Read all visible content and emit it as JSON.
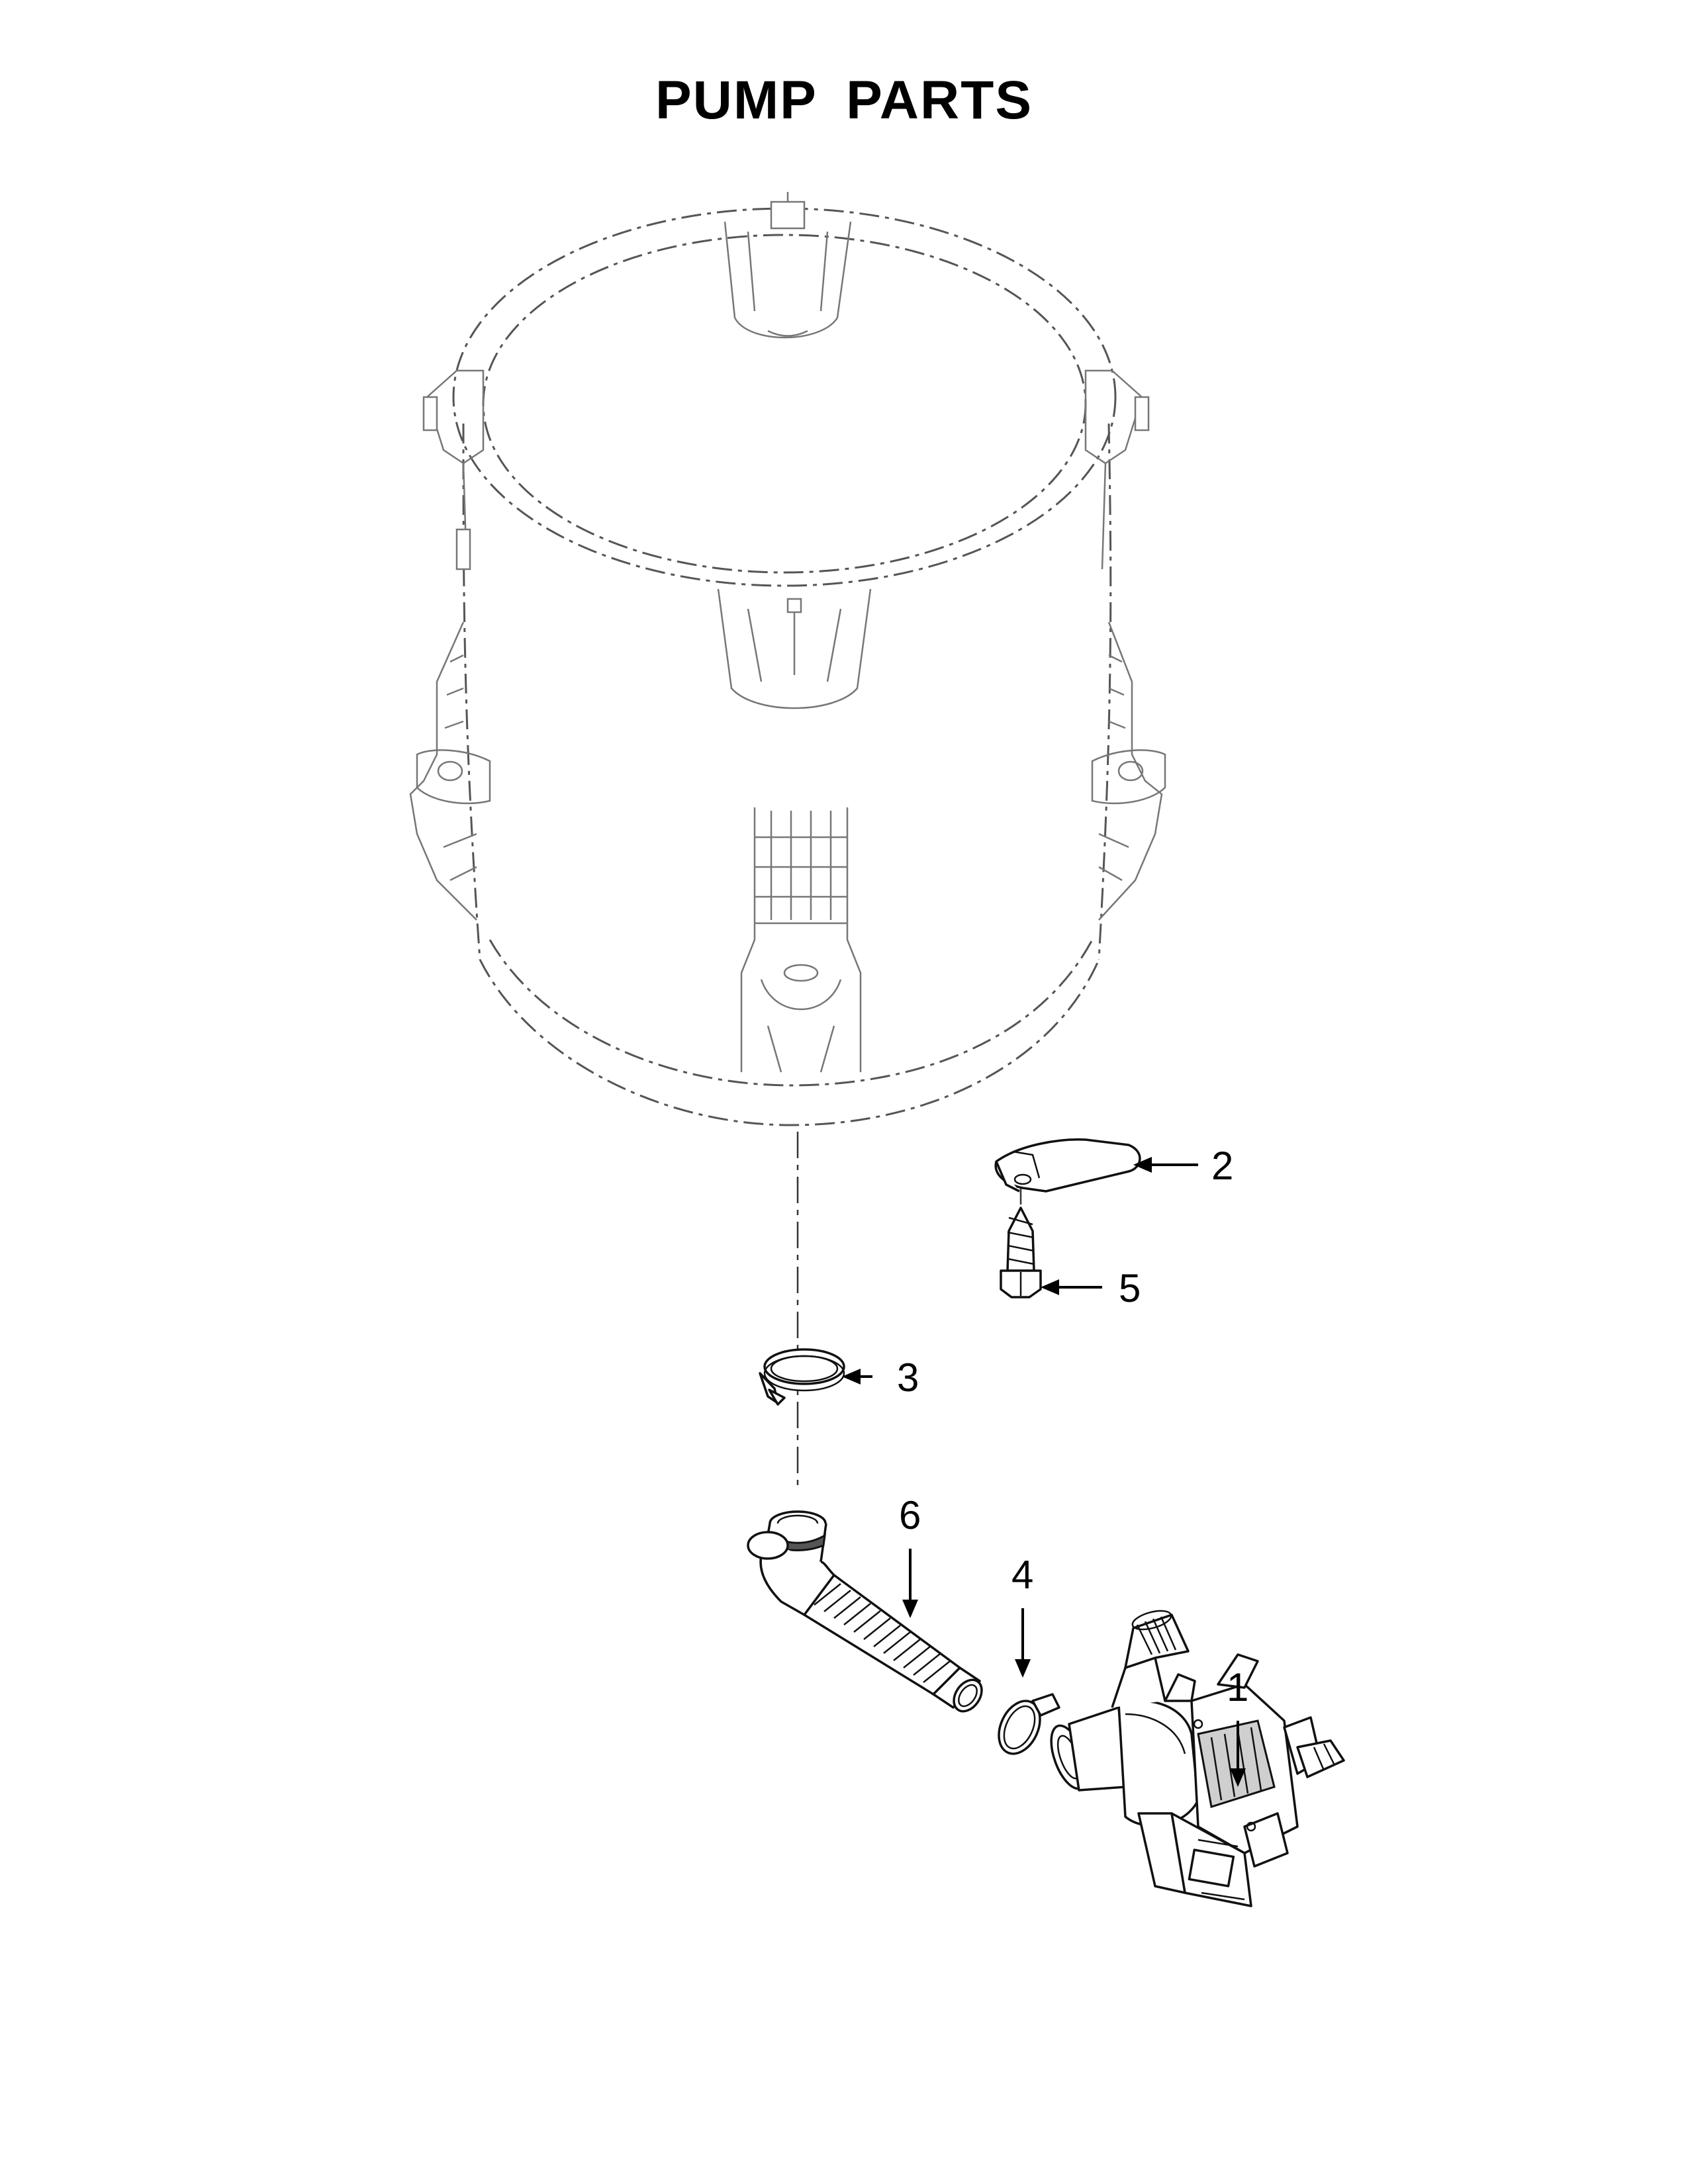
{
  "title": "PUMP PARTS",
  "callouts": [
    {
      "id": "1",
      "label": "1",
      "part": "pump"
    },
    {
      "id": "2",
      "label": "2",
      "part": "bracket"
    },
    {
      "id": "3",
      "label": "3",
      "part": "hose-clamp-large"
    },
    {
      "id": "4",
      "label": "4",
      "part": "hose-clamp-small"
    },
    {
      "id": "5",
      "label": "5",
      "part": "screw"
    },
    {
      "id": "6",
      "label": "6",
      "part": "drain-hose"
    }
  ]
}
